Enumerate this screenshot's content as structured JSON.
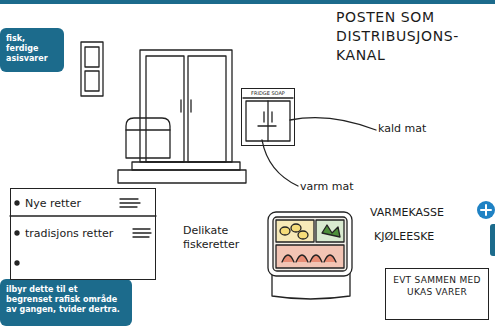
{
  "diagram": {
    "title": "POSTEN SOM DISTRIBUSJONS-KANAL",
    "nodes": [
      {
        "text": [
          "fisk, ferdige asisvarer"
        ]
      },
      {
        "text": [
          "ilbyr dette til et begrenset rafisk område av gangen, tvider dertra."
        ]
      },
      {
        "text": [
          "Nye retter",
          "tradisjons retter"
        ]
      },
      {
        "text": [
          "EVT SAMMEN MED UKAS VARER"
        ]
      },
      {
        "text": [
          "FRIDGE SOAP"
        ]
      }
    ],
    "labels": [
      "kald mat",
      "varm mat",
      "Delikate fiskeretter",
      "VARMEKASSE",
      "KJØLEESKE"
    ]
  }
}
